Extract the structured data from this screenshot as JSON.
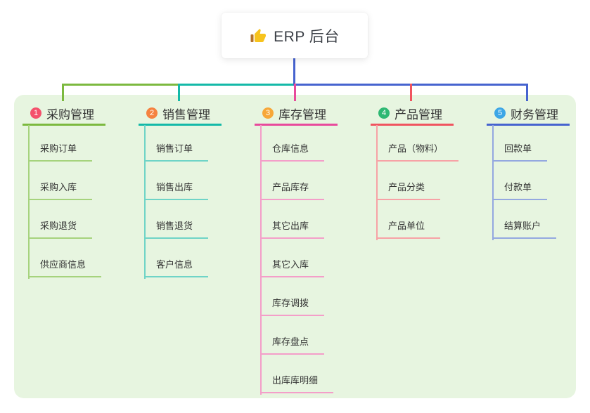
{
  "root": {
    "title": "ERP 后台",
    "icon": "thumbs-up-icon"
  },
  "connector_color": "#4663cf",
  "branches": [
    {
      "badge": "1",
      "title": "采购管理",
      "badge_color": "#f4516c",
      "line_color": "#7cb93f",
      "child_line_color": "#a6d37d",
      "children": [
        "采购订单",
        "采购入库",
        "采购退货",
        "供应商信息"
      ]
    },
    {
      "badge": "2",
      "title": "销售管理",
      "badge_color": "#f58240",
      "line_color": "#14b9a8",
      "child_line_color": "#6fd4c7",
      "children": [
        "销售订单",
        "销售出库",
        "销售退货",
        "客户信息"
      ]
    },
    {
      "badge": "3",
      "title": "库存管理",
      "badge_color": "#f7a738",
      "line_color": "#e84a9c",
      "child_line_color": "#f49ec9",
      "children": [
        "仓库信息",
        "产品库存",
        "其它出库",
        "其它入库",
        "库存调拨",
        "库存盘点",
        "出库库明细"
      ]
    },
    {
      "badge": "4",
      "title": "产品管理",
      "badge_color": "#2eb873",
      "line_color": "#f0545f",
      "child_line_color": "#f7a2a6",
      "children": [
        "产品（物料）",
        "产品分类",
        "产品单位"
      ]
    },
    {
      "badge": "5",
      "title": "财务管理",
      "badge_color": "#3ca6e6",
      "line_color": "#4663cf",
      "child_line_color": "#94a8e0",
      "children": [
        "回款单",
        "付款单",
        "结算账户"
      ]
    }
  ]
}
